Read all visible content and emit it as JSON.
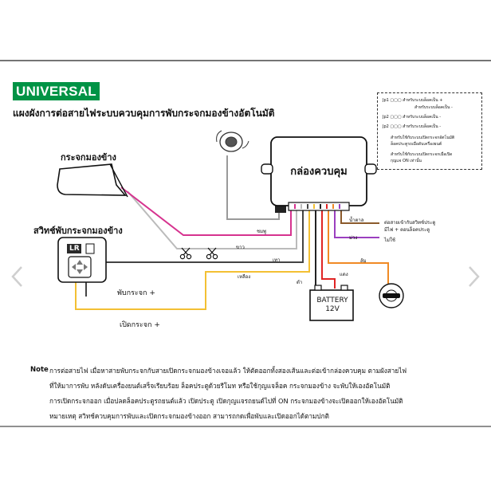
{
  "badge": "UNIVERSAL",
  "title": "แผงผังการต่อสายไฟระบบควบคุมการพับกระจกมองข้างอัตโนมัติ",
  "mirror_label": "กระจกมองข้าง",
  "switch_label": "สวิทช์พับกระจกมองข้าง",
  "switch_lr": "LR",
  "control_box": "กล่องควบคุม",
  "wires": {
    "pink": "ชมพู",
    "white": "ขาว",
    "gray": "เทา",
    "yellow": "เหลือง",
    "black": "ดำ",
    "red": "แดง",
    "brown": "น้ำตาล",
    "purple": "ม่วง",
    "orange": "ส้ม"
  },
  "fold_label": "พับกระจก +",
  "unfold_label": "เปิดกระจก +",
  "brown_note_1": "ต่อสายเข้ากับสวิทช์ประตู",
  "brown_note_2": "มีไฟ + ตอนล็อคประตู",
  "purple_note": "ไม่ใช้",
  "battery_label": "BATTERY",
  "battery_volt": "12V",
  "legend": [
    "Jp1 ▢▢▢ สำหรับระบบล็อคเป็น +",
    "สำหรับระบบล็อคเป็น -",
    "Jp2 ▢▢▢ สำหรับระบบล็อคเป็น -",
    "Jp2 ▢▢▢ สำหรับระบบล็อคเป็น -",
    "สำหรับใช้กับระบบเปิดกระจกอัตโนมัติ",
    "ล็อคประตูรถเมื่อดับเครื่องยนต์",
    "สำหรับใช้กับระบบเปิดกระจกเมื่อเปิด",
    "กุญแจ ON เท่านั้น"
  ],
  "note_key": "Note",
  "note_lines": [
    "การต่อสายไฟ เมื่อหาสายพับกระจกกับสายเปิดกระจกมองข้างเจอแล้ว ให้ตัดออกทั้งสองเส้นและต่อเข้ากล่องควบคุม ตามผังสายไฟ",
    "ที่ให้มาการพับ หลังดับเครื่องยนต์เสร็จเรียบร้อย ล็อคประตูด้วยรีโมท หรือใช้กุญแจล็อค กระจกมองข้าง จะพับให้เองอัตโนมัติ",
    "การเปิดกระจกออก เมื่อปลดล็อคประตูรถยนต์แล้ว เปิดประตู เปิดกุญแจรถยนต์ไปที่ ON กระจกมองข้างจะเปิดออกให้เองอัตโนมัติ",
    "หมายเหตุ สวิทช์ควบคุมการพับและเปิดกระจกมองข้างออก สามารถกดเพื่อพับและเปิดออกได้ตามปกติ"
  ],
  "colors": {
    "badge_green": "#009345",
    "pink": "#d6338f",
    "gray": "#9a9a9a",
    "yellow": "#f3c033",
    "orange": "#f08a24",
    "red": "#e02424",
    "purple": "#9b3fbf",
    "brown": "#8b5a2b",
    "black": "#222222"
  }
}
